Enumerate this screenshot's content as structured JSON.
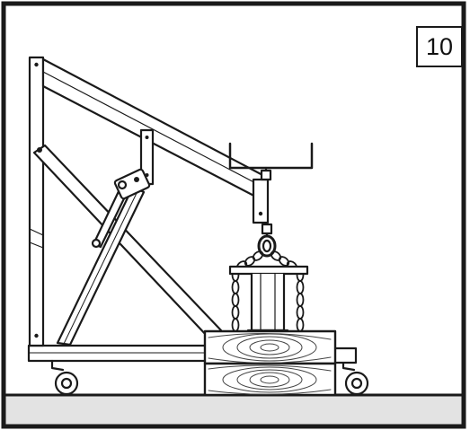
{
  "step": {
    "number": "10"
  },
  "colors": {
    "line": "#1a1a1a",
    "ground": "#e3e3e3",
    "background": "#ffffff",
    "wood_grain": "#444444"
  },
  "figure": {
    "subject": "engine-crane",
    "parts": [
      "mast",
      "boom",
      "boom-brace",
      "hydraulic-ram",
      "pump-handle",
      "leg-base",
      "caster-wheels",
      "lift-hook",
      "spreader-bar",
      "chains",
      "load-block",
      "wood-cribbing"
    ]
  }
}
